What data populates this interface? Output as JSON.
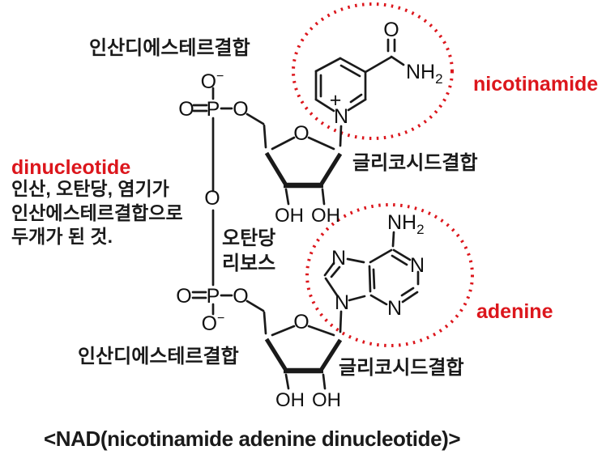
{
  "caption": "<NAD(nicotinamide adenine dinucleotide)>",
  "colors": {
    "red": "#dc161c",
    "ink": "#1a1a1a"
  },
  "annotations": {
    "phosphodiester_top": "인산디에스테르결합",
    "phosphodiester_bottom": "인산디에스테르결합",
    "glycosidic_top": "글리코시드결합",
    "glycosidic_bottom": "글리코시드결합",
    "nicotinamide": "nicotinamide",
    "adenine": "adenine",
    "dinucleotide": {
      "title": "dinucleotide",
      "desc_line1": "인산, 오탄당, 염기가",
      "desc_line2": "인산에스테르결합으로",
      "desc_line3": "두개가 된 것."
    },
    "pentose_line1": "오탄당",
    "pentose_line2": "리보스"
  },
  "atoms": {
    "oxygen": "O",
    "phosphorus": "P",
    "nitrogen": "N",
    "hydroxyl": "OH",
    "amine_nh": "NH",
    "subscript_2": "2",
    "superscript_minus": "−",
    "plus_charge": "+"
  }
}
